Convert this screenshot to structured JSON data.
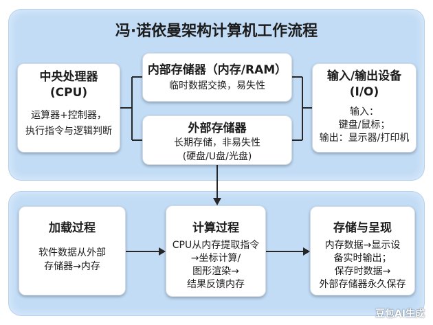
{
  "title": "冯·诺依曼架构计算机工作流程",
  "architecture": {
    "cpu": {
      "title": "中央处理器",
      "subtitle": "(CPU)",
      "lines": [
        "运算器+控制器，",
        "执行指令与逻辑判断"
      ]
    },
    "ram": {
      "title": "内部存储器（内存/RAM）",
      "lines": [
        "临时数据交换，易失性"
      ]
    },
    "storage": {
      "title": "外部存储器",
      "lines": [
        "长期存储，非易失性",
        "(硬盘/U盘/光盘)"
      ]
    },
    "io": {
      "title": "输入/输出设备",
      "subtitle": "(I/O)",
      "lines": [
        "输入：",
        "键盘/鼠标；",
        "输出：显示器/打印机"
      ]
    }
  },
  "process": {
    "load": {
      "title": "加载过程",
      "lines": [
        "软件数据从外部",
        "存储器→内存"
      ]
    },
    "compute": {
      "title": "计算过程",
      "lines": [
        "CPU从内存提取指令",
        "→坐标计算/",
        "图形渲染→",
        "结果反馈内存"
      ]
    },
    "present": {
      "title": "存储与呈现",
      "lines": [
        "内存数据→显示设",
        "备实时输出；",
        "保存时数据→",
        "外部存储器永久保存"
      ]
    }
  },
  "watermark": "豆包AI生成",
  "colors": {
    "panel": "#c2dcf6",
    "box": "#ffffff",
    "text": "#1c1c1c",
    "connector": "#262626"
  }
}
